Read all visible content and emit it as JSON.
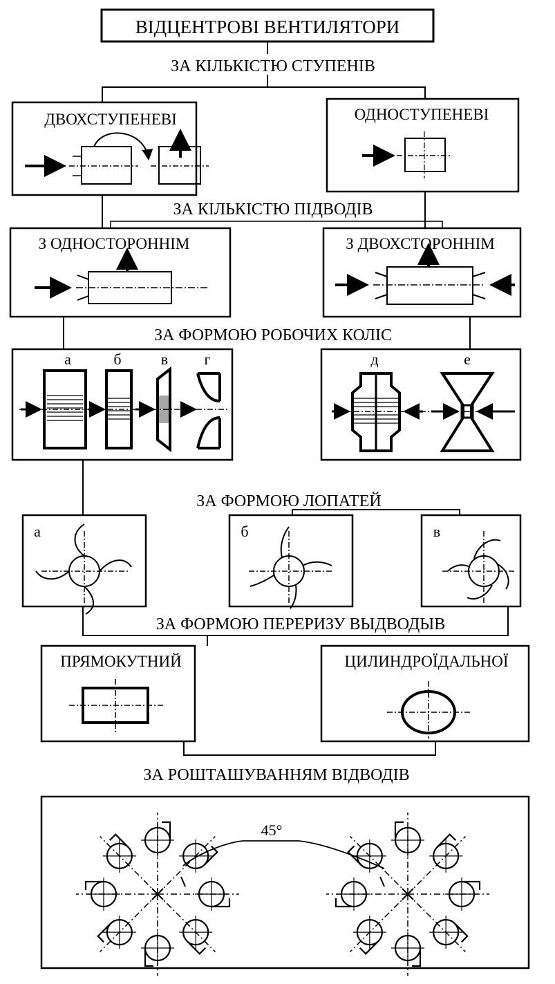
{
  "title": "ВІДЦЕНТРОВІ ВЕНТИЛЯТОРИ",
  "categories": {
    "stages": "ЗА КІЛЬКІСТЮ СТУПЕНІВ",
    "inlets": "ЗА КІЛЬКІСТЮ ПІДВОДІВ",
    "wheel_shape": "ЗА ФОРМОЮ РОБОЧИХ КОЛІС",
    "blade_shape": "ЗА ФОРМОЮ ЛОПАТЕЙ",
    "outlet_section": "ЗА ФОРМОЮ ПЕРЕРИЗУ ВЫДВОДЫВ",
    "outlet_position": "ЗА РОШТАШУВАННЯМ ВІДВОДІВ"
  },
  "boxes": {
    "two_stage": "ДВОХСТУПЕНЕВІ",
    "single_stage": "ОДНОСТУПЕНЕВІ",
    "one_sided": "З ОДНОСТОРОННІМ",
    "two_sided": "З ДВОХСТОРОННІМ",
    "rectangular": "ПРЯМОКУТНИЙ",
    "cylindroidal": "ЦИЛИНДРОЇДАЛЬНОЇ"
  },
  "wheel_letters": [
    "а",
    "б",
    "в",
    "г",
    "д",
    "е"
  ],
  "blade_letters": [
    "а",
    "б",
    "в"
  ],
  "angle_label": "45°"
}
